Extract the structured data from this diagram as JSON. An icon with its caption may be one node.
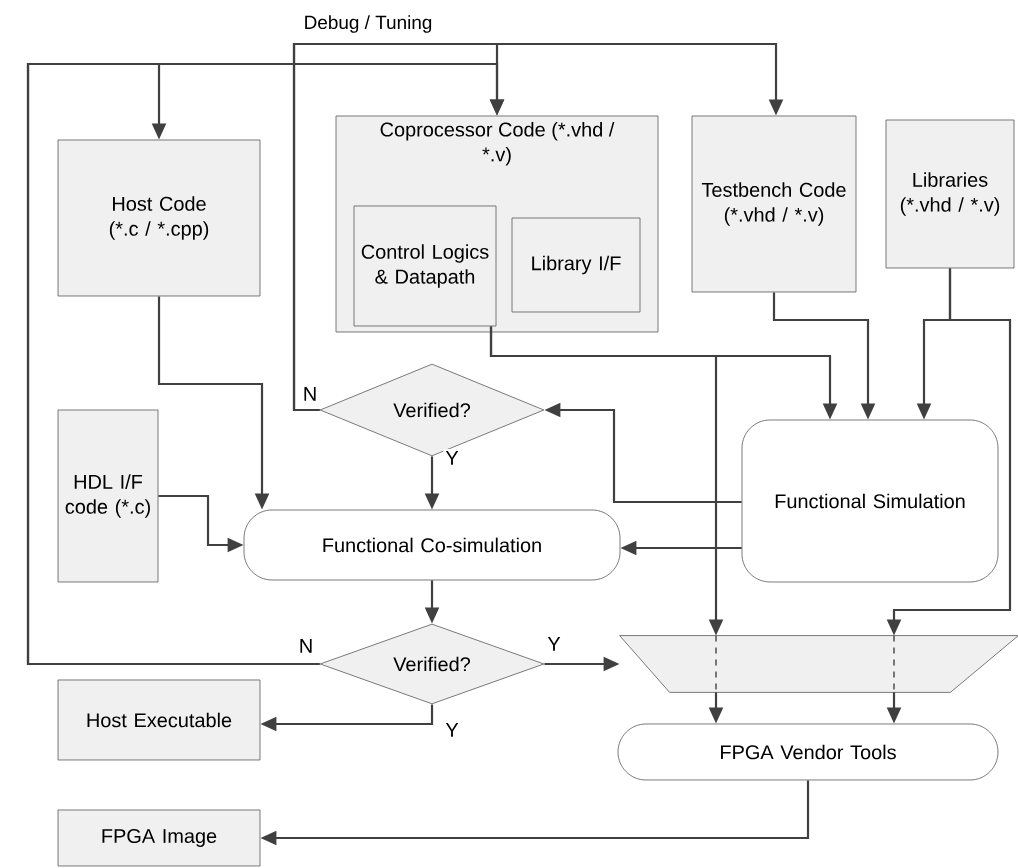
{
  "diagram": {
    "nodes": [
      {
        "text": [
          "Host Code (*.c / *.cpp)"
        ]
      },
      {
        "text": [
          "Coprocessor Code (*.vhd / *.v)"
        ]
      },
      {
        "text": [
          "Control Logics & Datapath"
        ],
        "in": 1
      },
      {
        "text": [
          "Library I/F"
        ],
        "in": 1
      },
      {
        "text": [
          "Testbench Code (*.vhd / *.v)"
        ]
      },
      {
        "text": [
          "Libraries (*.vhd / *.v)"
        ]
      },
      {
        "text": [
          "Verified?"
        ]
      },
      {
        "text": [
          "HDL I/F code (*.c)"
        ]
      },
      {
        "text": [
          "Functional Co-simulation"
        ]
      },
      {
        "text": [
          "Functional Simulation"
        ]
      },
      {
        "text": [
          "Verified?"
        ]
      },
      {
        "text": [
          "Host Executable"
        ]
      },
      {
        "text": [],
        "shape": "trapezoid"
      },
      {
        "text": [
          "FPGA Vendor Tools"
        ]
      },
      {
        "text": [
          "FPGA Image"
        ]
      }
    ],
    "edges": [
      {
        "from": 6,
        "to": 1,
        "arrow": "to",
        "label": "N"
      },
      {
        "from": 6,
        "to": 4,
        "arrow": "to"
      },
      {
        "from": 10,
        "to": 0,
        "arrow": "to",
        "label": "N"
      },
      {
        "from": 10,
        "to": 1,
        "arrow": "to"
      },
      {
        "from": 0,
        "to": 8,
        "arrow": "to"
      },
      {
        "from": 7,
        "to": 8,
        "arrow": "to"
      },
      {
        "from": 6,
        "to": 8,
        "arrow": "to",
        "label": "Y"
      },
      {
        "from": 9,
        "to": 6,
        "arrow": "to"
      },
      {
        "from": 9,
        "to": 8,
        "arrow": "to"
      },
      {
        "from": 2,
        "to": 9,
        "arrow": "to"
      },
      {
        "from": 4,
        "to": 9,
        "arrow": "to"
      },
      {
        "from": 5,
        "to": 9,
        "arrow": "to"
      },
      {
        "from": 2,
        "to": 12,
        "arrow": "to"
      },
      {
        "from": 5,
        "to": 12,
        "arrow": "to"
      },
      {
        "from": 8,
        "to": 10,
        "arrow": "to"
      },
      {
        "from": 10,
        "to": 12,
        "arrow": "to",
        "label": "Y"
      },
      {
        "from": 10,
        "to": 11,
        "arrow": "to",
        "label": "Y"
      },
      {
        "from": 12,
        "to": 13,
        "arrow": "to"
      },
      {
        "from": 12,
        "to": 13,
        "arrow": "to"
      },
      {
        "from": 13,
        "to": 14,
        "arrow": "to"
      }
    ],
    "labels": [
      "Debug / Tuning"
    ]
  }
}
